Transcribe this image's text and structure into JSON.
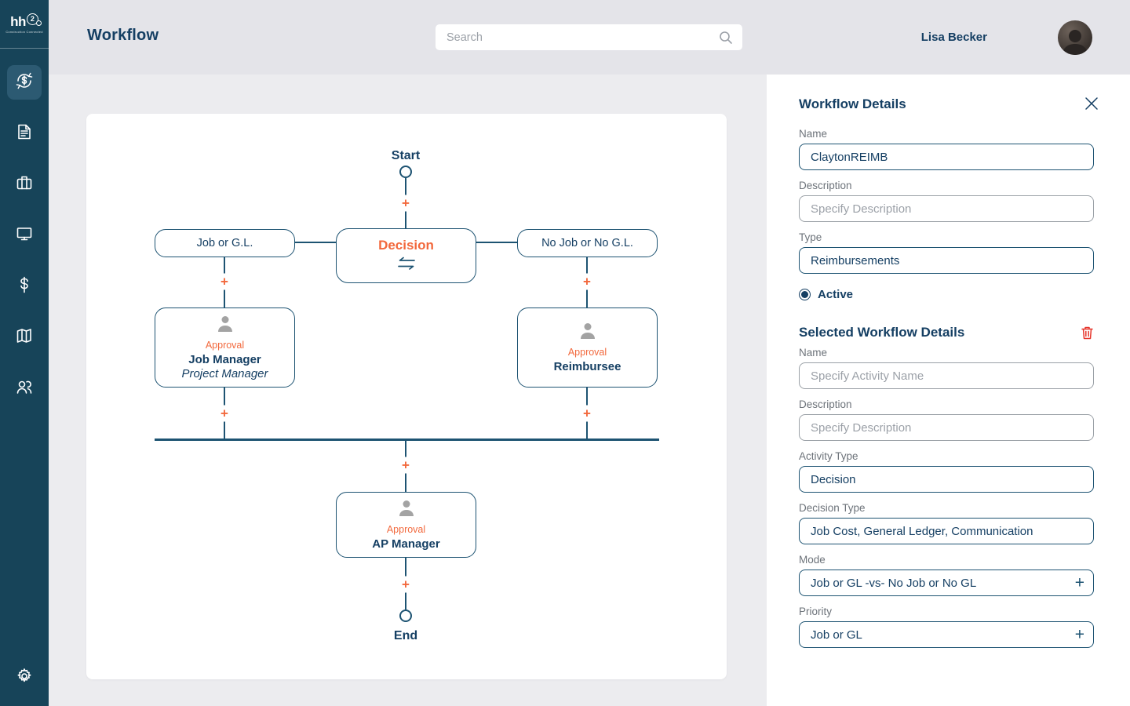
{
  "colors": {
    "sidebar_bg": "#174459",
    "sidebar_active_bg": "#2c5a72",
    "navy": "#153f63",
    "line_navy": "#1d5372",
    "orange": "#f2683c",
    "header_bg": "#e4e4e9",
    "canvas_bg": "#ececef",
    "label_gray": "#6d737a",
    "placeholder_gray": "#9ca1a8",
    "trash_red": "#e6352b"
  },
  "sidebar": {
    "logo_prefix": "hh",
    "logo_digit": "2",
    "logo_sub": "Construction Connected",
    "icons": [
      "sync-dollar",
      "document",
      "briefcase",
      "monitor",
      "dollar",
      "map-book",
      "users",
      "gear"
    ],
    "active_icon": "sync-dollar"
  },
  "header": {
    "title": "Workflow",
    "search_placeholder": "Search",
    "user_name": "Lisa Becker"
  },
  "flow": {
    "plus": "+",
    "start_label": "Start",
    "end_label": "End",
    "decision_label": "Decision",
    "left": {
      "condition": "Job or G.L.",
      "type_label": "Approval",
      "name": "Job Manager",
      "subtitle": "Project Manager"
    },
    "right": {
      "condition": "No Job or No G.L.",
      "type_label": "Approval",
      "name": "Reimbursee"
    },
    "merge": {
      "type_label": "Approval",
      "name": "AP Manager"
    }
  },
  "panel": {
    "title": "Workflow Details",
    "workflow": {
      "name": {
        "label": "Name",
        "value": "ClaytonREIMB"
      },
      "description": {
        "label": "Description",
        "placeholder": "Specify Description"
      },
      "type": {
        "label": "Type",
        "value": "Reimbursements"
      },
      "active_label": "Active"
    },
    "selected": {
      "title": "Selected Workflow Details",
      "name": {
        "label": "Name",
        "placeholder": "Specify Activity Name"
      },
      "description": {
        "label": "Description",
        "placeholder": "Specify Description"
      },
      "activity_type": {
        "label": "Activity Type",
        "value": "Decision"
      },
      "decision_type": {
        "label": "Decision Type",
        "value": "Job Cost, General Ledger, Communication"
      },
      "mode": {
        "label": "Mode",
        "value": "Job or GL -vs- No Job or No GL"
      },
      "priority": {
        "label": "Priority",
        "value": "Job or GL"
      }
    },
    "add_glyph": "+"
  }
}
